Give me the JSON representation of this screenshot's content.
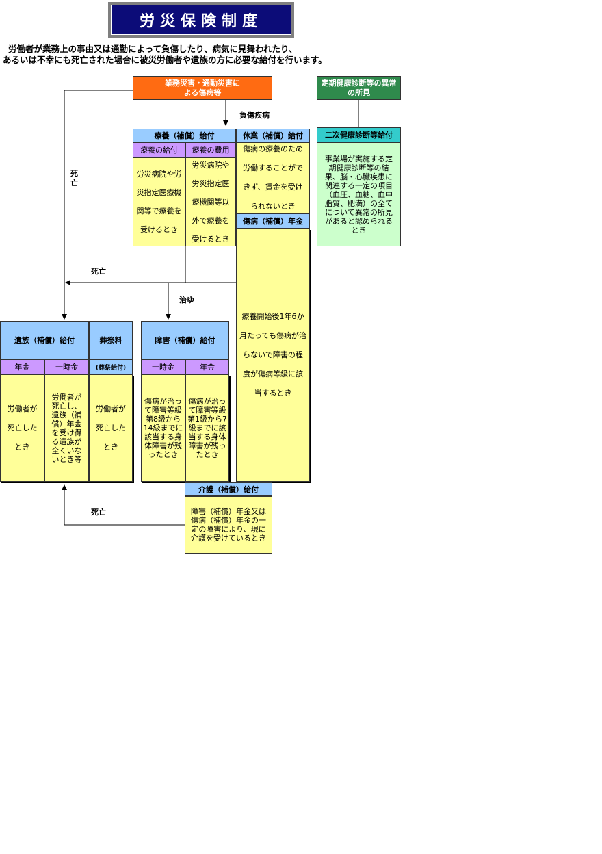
{
  "title": "労災保険制度",
  "intro": {
    "line1": "労働者が業務上の事由又は通勤によって負傷したり、病気に見舞われたり、",
    "line2": "あるいは不幸にも死亡された場合に被災労働者や遺族の方に必要な給付を行います。"
  },
  "top_box": "業務災害・通勤災害による傷病等",
  "checkup_box": "定期健康診断等の異常の所見",
  "labels": {
    "injury": "負傷疾病",
    "death1": "死亡",
    "death2": "死亡",
    "death3": "死亡",
    "cure": "治ゆ"
  },
  "medical": {
    "header": "療養（補償）給付",
    "sub1": "療養の給付",
    "sub2": "療養の費用",
    "cond1": "労災病院や労災指定医療機関等で療養を受けるとき",
    "cond2": "労災病院や労災指定医療機関等以外で療養を受けるとき"
  },
  "leave": {
    "header": "休業（補償）給付",
    "cond": "傷病の療養のため労働することができず、賃金を受けられないとき"
  },
  "sickness": {
    "header": "傷病（補償）年金",
    "cond": "療養開始後1年6か月たっても傷病が治らないで障害の程度が傷病等級に該当するとき"
  },
  "secondary": {
    "header": "二次健康診断等給付",
    "cond": "事業場が実施する定期健康診断等の結果、脳・心臓疾患に関連する一定の項目（血圧、血糖、血中脂質、肥満）の全てについて異常の所見があると認められるとき"
  },
  "survivor": {
    "header": "遺族（補償）給付",
    "sub1": "年金",
    "sub2": "一時金",
    "cond1": "労働者が死亡したとき",
    "cond2": "労働者が死亡し、遺族（補償）年金を受け得る遺族が全くいないとき等"
  },
  "funeral": {
    "header": "葬祭料",
    "sub": "(葬祭給付)",
    "cond": "労働者が死亡したとき"
  },
  "disability": {
    "header": "障害（補償）給付",
    "sub1": "一時金",
    "sub2": "年金",
    "cond1": "傷病が治って障害等級第8級から14級までに該当する身体障害が残ったとき",
    "cond2": "傷病が治って障害等級第1級から7級までに該当する身体障害が残ったとき"
  },
  "care": {
    "header": "介護（補償）給付",
    "cond": "障害（補償）年金又は傷病（補償）年金の一定の障害により、現に介護を受けているとき"
  }
}
